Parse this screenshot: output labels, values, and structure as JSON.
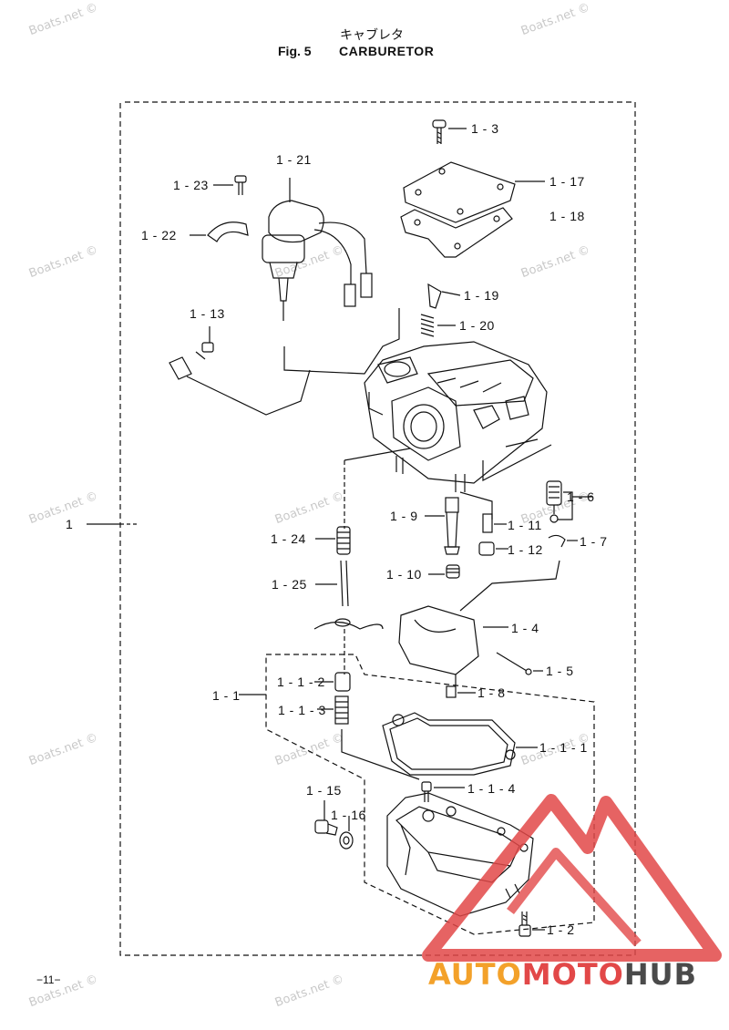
{
  "header": {
    "title_jp": "キャブレタ",
    "fig_label": "Fig. 5",
    "fig_name": "CARBURETOR"
  },
  "page_number": "−11−",
  "watermark": "Boats.net ©",
  "brand": {
    "part1": "AUTO",
    "part2": "MOTO",
    "part3": "HUB"
  },
  "labels": {
    "p1": "1",
    "p1_1": "1 - 1",
    "p1_1_1": "1 - 1 - 1",
    "p1_1_2": "1 - 1 - 2",
    "p1_1_3": "1 - 1 - 3",
    "p1_1_4": "1 - 1 - 4",
    "p1_2": "1 - 2",
    "p1_3": "1 - 3",
    "p1_4": "1 - 4",
    "p1_5": "1 - 5",
    "p1_6": "1 - 6",
    "p1_7": "1 - 7",
    "p1_8": "1 - 8",
    "p1_9": "1 - 9",
    "p1_10": "1 - 10",
    "p1_11": "1 - 11",
    "p1_12": "1 - 12",
    "p1_13": "1 - 13",
    "p1_15": "1 - 15",
    "p1_16": "1 - 16",
    "p1_17": "1 - 17",
    "p1_18": "1 - 18",
    "p1_19": "1 - 19",
    "p1_20": "1 - 20",
    "p1_21": "1 - 21",
    "p1_22": "1 - 22",
    "p1_23": "1 - 23",
    "p1_24": "1 - 24",
    "p1_25": "1 - 25"
  },
  "colors": {
    "line": "#111111",
    "watermark": "#c9c9c9",
    "logo_red": "#e24848",
    "logo_orange": "#f3a12a",
    "logo_gray": "#4a4a4a"
  }
}
